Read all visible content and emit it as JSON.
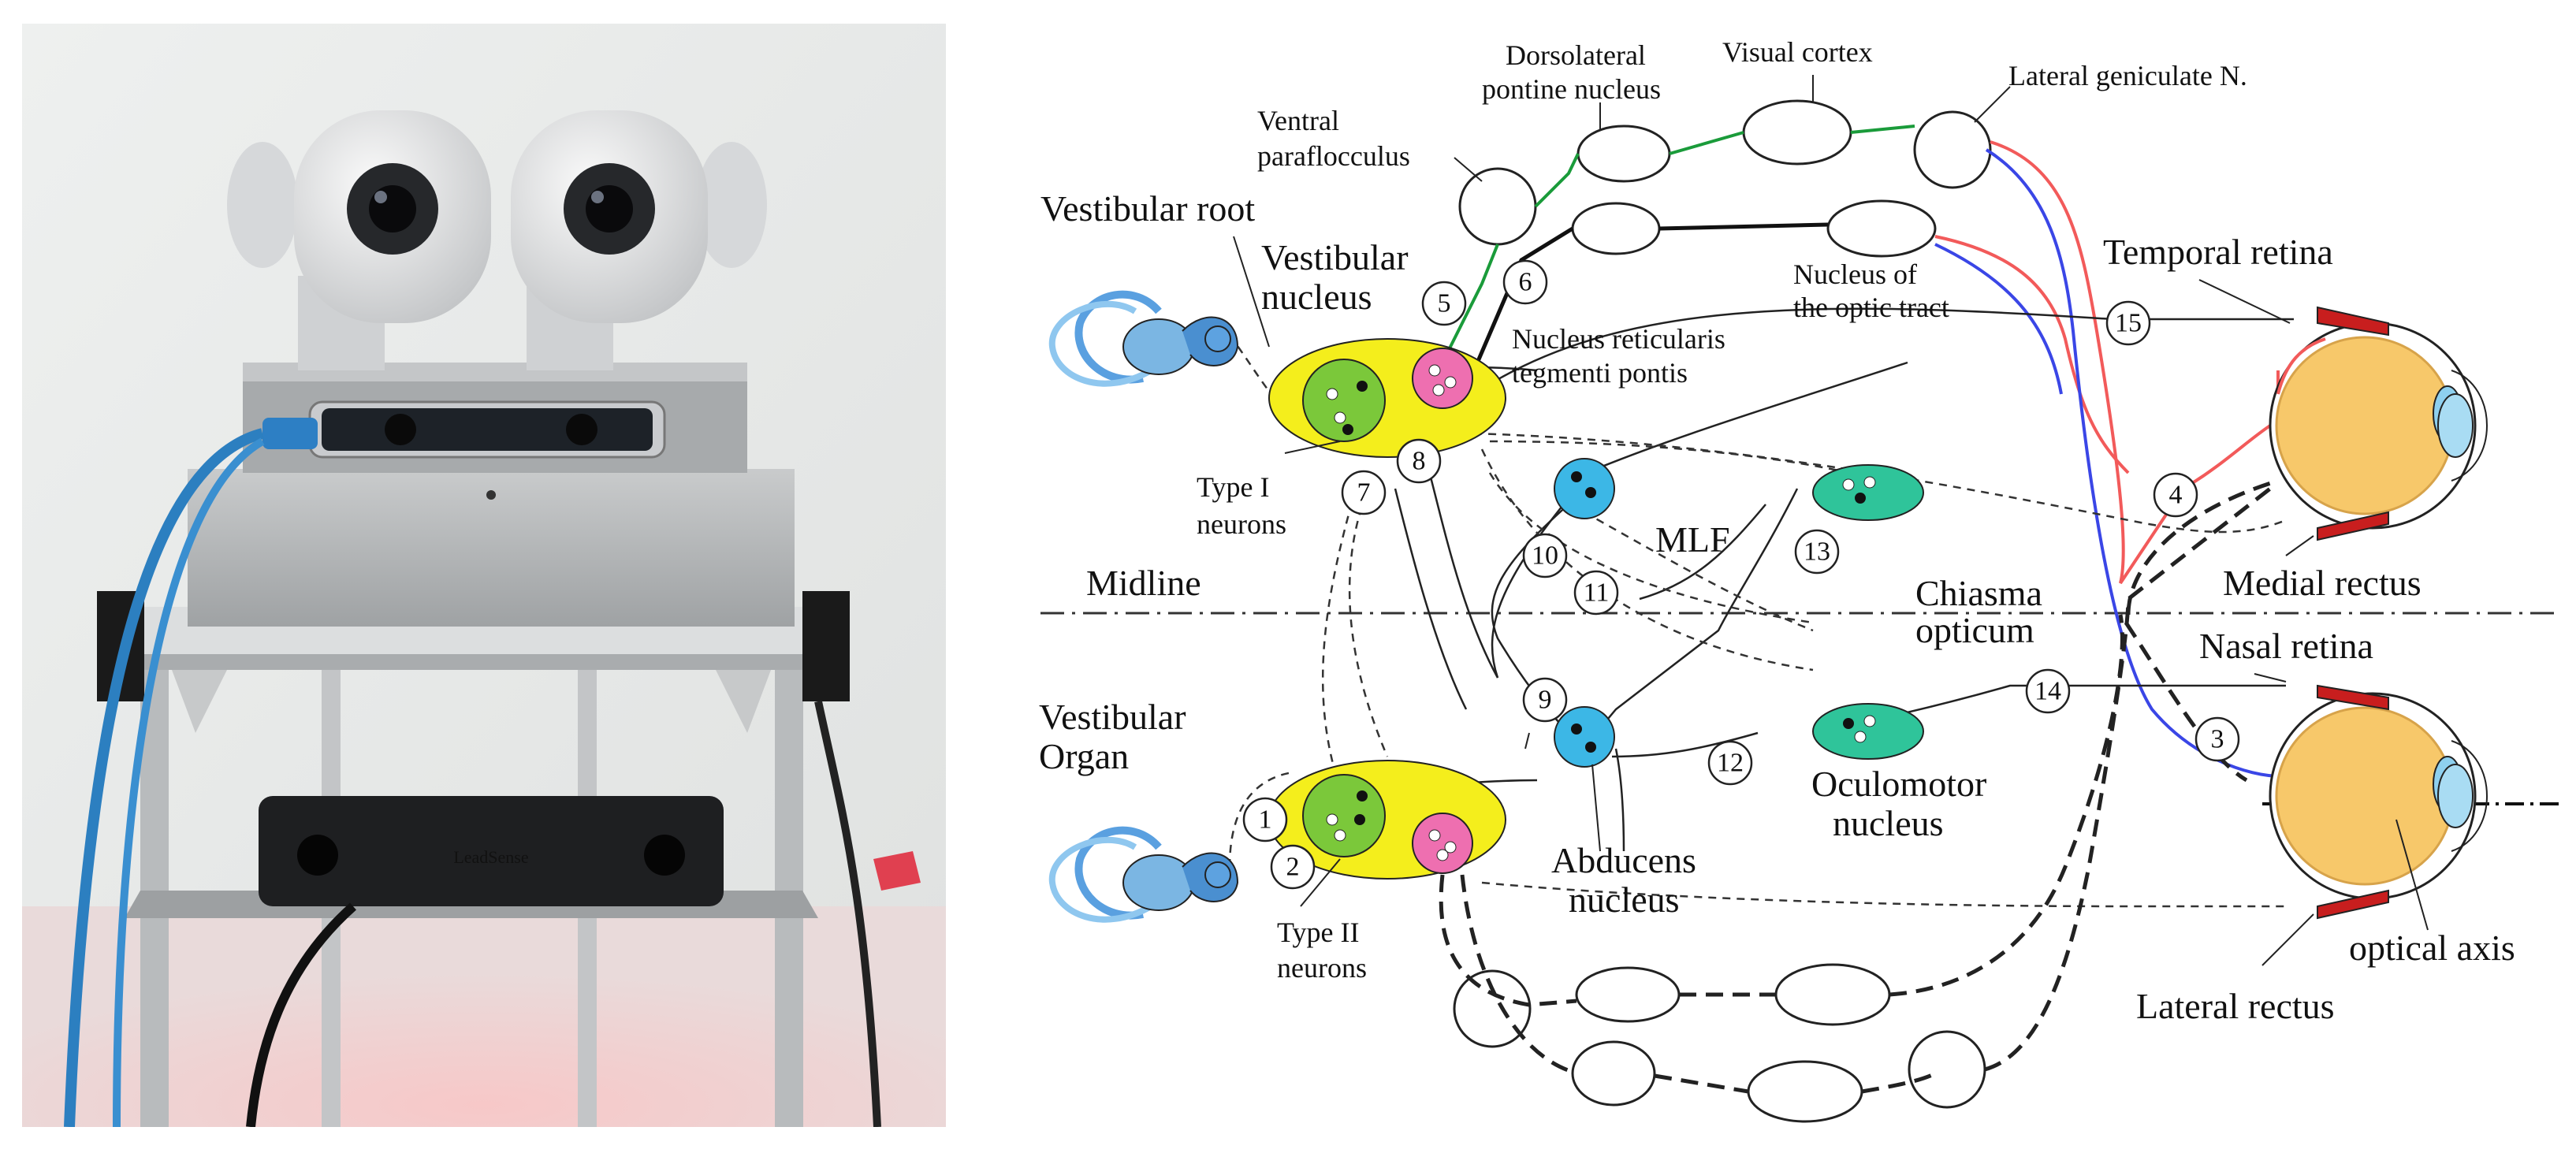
{
  "labels": {
    "dorsolateral_1": "Dorsolateral",
    "dorsolateral_2": "pontine nucleus",
    "visual_cortex": "Visual cortex",
    "lgn": "Lateral geniculate N.",
    "ventral_1": "Ventral",
    "ventral_2": "paraflocculus",
    "vestibular_root": "Vestibular root",
    "vestibular_nucleus_1": "Vestibular",
    "vestibular_nucleus_2": "nucleus",
    "nrtp_1": "Nucleus reticularis",
    "nrtp_2": "tegmenti pontis",
    "not_1": "Nucleus of",
    "not_2": "the optic tract",
    "temporal_retina": "Temporal retina",
    "type1_1": "Type I",
    "type1_2": "neurons",
    "mlf": "MLF",
    "midline": "Midline",
    "chiasma_1": "Chiasma",
    "chiasma_2": "opticum",
    "medial_rectus": "Medial rectus",
    "nasal_retina": "Nasal retina",
    "vestibular_organ_1": "Vestibular",
    "vestibular_organ_2": "Organ",
    "oculomotor_1": "Oculomotor",
    "oculomotor_2": "nucleus",
    "abducens_1": "Abducens",
    "abducens_2": "nucleus",
    "type2_1": "Type II",
    "type2_2": "neurons",
    "optical_axis": "optical axis",
    "lateral_rectus": "Lateral rectus"
  },
  "markers": {
    "m1": "1",
    "m2": "2",
    "m3": "3",
    "m4": "4",
    "m5": "5",
    "m6": "6",
    "m7": "7",
    "m8": "8",
    "m9": "9",
    "m10": "10",
    "m11": "11",
    "m12": "12",
    "m13": "13",
    "m14": "14",
    "m15": "15"
  },
  "photo": {
    "camera_brand": "LeadSense"
  },
  "colors": {
    "yellow_nucleus": "#f4ee1c",
    "green_neuron": "#7bc83a",
    "pink_neuron": "#ee6fb0",
    "blue_nucleus": "#3cb7e6",
    "teal_nucleus": "#2fc49a",
    "eye_orange": "#f7c86a",
    "green_path": "#1a9b3a",
    "red_path": "#f25a5a",
    "blue_path": "#3a46e6",
    "muscle_red": "#c81e1e"
  }
}
